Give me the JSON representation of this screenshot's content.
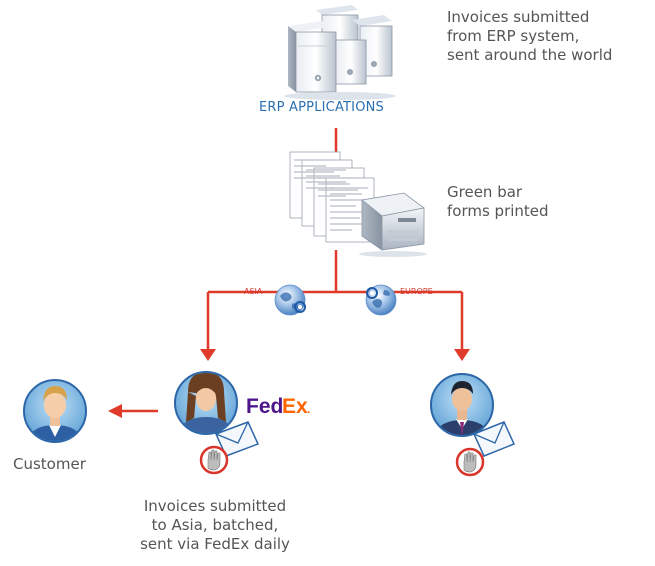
{
  "erp": {
    "label": "ERP APPLICATIONS",
    "note_lines": [
      "Invoices submitted",
      "from ERP system,",
      "sent around the world"
    ]
  },
  "printing": {
    "note_lines": [
      "Green bar",
      "forms printed"
    ]
  },
  "routes": {
    "left_label": "ASIA",
    "right_label": "EUROPE"
  },
  "courier": {
    "logo_fed": "Fed",
    "logo_ex": "Ex",
    "logo_dot": "."
  },
  "customer": {
    "label": "Customer"
  },
  "asia_note": {
    "lines": [
      "Invoices submitted",
      "to Asia, batched,",
      "sent via FedEx daily"
    ]
  },
  "colors": {
    "connector": "#e03a2a",
    "accent_blue": "#2a6fb0",
    "fedex_purple": "#4d148c",
    "fedex_orange": "#ff6600"
  }
}
